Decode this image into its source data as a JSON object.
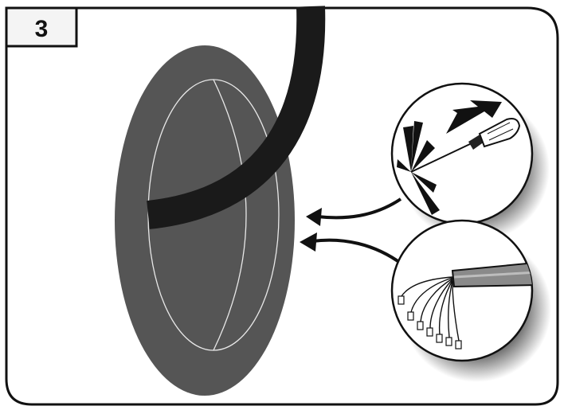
{
  "panel": {
    "step_number": "3",
    "colors": {
      "frame": "#111111",
      "background": "#ffffff",
      "label_fill": "#f4f4f4",
      "membrane": "#555555",
      "cable": "#1a1a1a",
      "callout_shadow": "#3a3a3a"
    }
  },
  "elements": {
    "membrane": "rubber-grommet-membrane",
    "cable": "cable",
    "callout_top": "screwdriver-piercing-membrane",
    "callout_bottom": "cable-wires-with-ferrules",
    "arrows": [
      "arrow-to-membrane-top",
      "arrow-to-membrane-bottom"
    ]
  }
}
